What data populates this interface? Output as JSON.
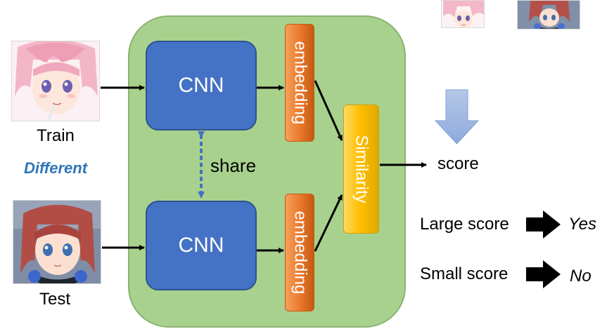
{
  "train": {
    "label": "Train"
  },
  "test": {
    "label": "Test"
  },
  "different_label": "Different",
  "cnn_top": {
    "label": "CNN"
  },
  "cnn_bottom": {
    "label": "CNN"
  },
  "embedding_top": {
    "label": "embedding"
  },
  "embedding_bottom": {
    "label": "embedding"
  },
  "share_label": "share",
  "similarity": {
    "label": "Similarity"
  },
  "score_label": "score",
  "legend": {
    "large": {
      "label": "Large score",
      "result": "Yes"
    },
    "small": {
      "label": "Small score",
      "result": "No"
    }
  },
  "colors": {
    "panel": "#a9d18e",
    "cnn": "#4472c4",
    "embedding": "#ed7d31",
    "similarity": "#ffc000",
    "different": "#2e75b6",
    "down_arrow": "#8faadc"
  },
  "icons": {
    "train_image": "pink-haired-anime-girl-portrait",
    "test_image": "red-haired-anime-girl-with-headphones-portrait",
    "thumb_left": "pink-haired-anime-girl-thumbnail",
    "thumb_right": "red-haired-anime-girl-thumbnail"
  }
}
